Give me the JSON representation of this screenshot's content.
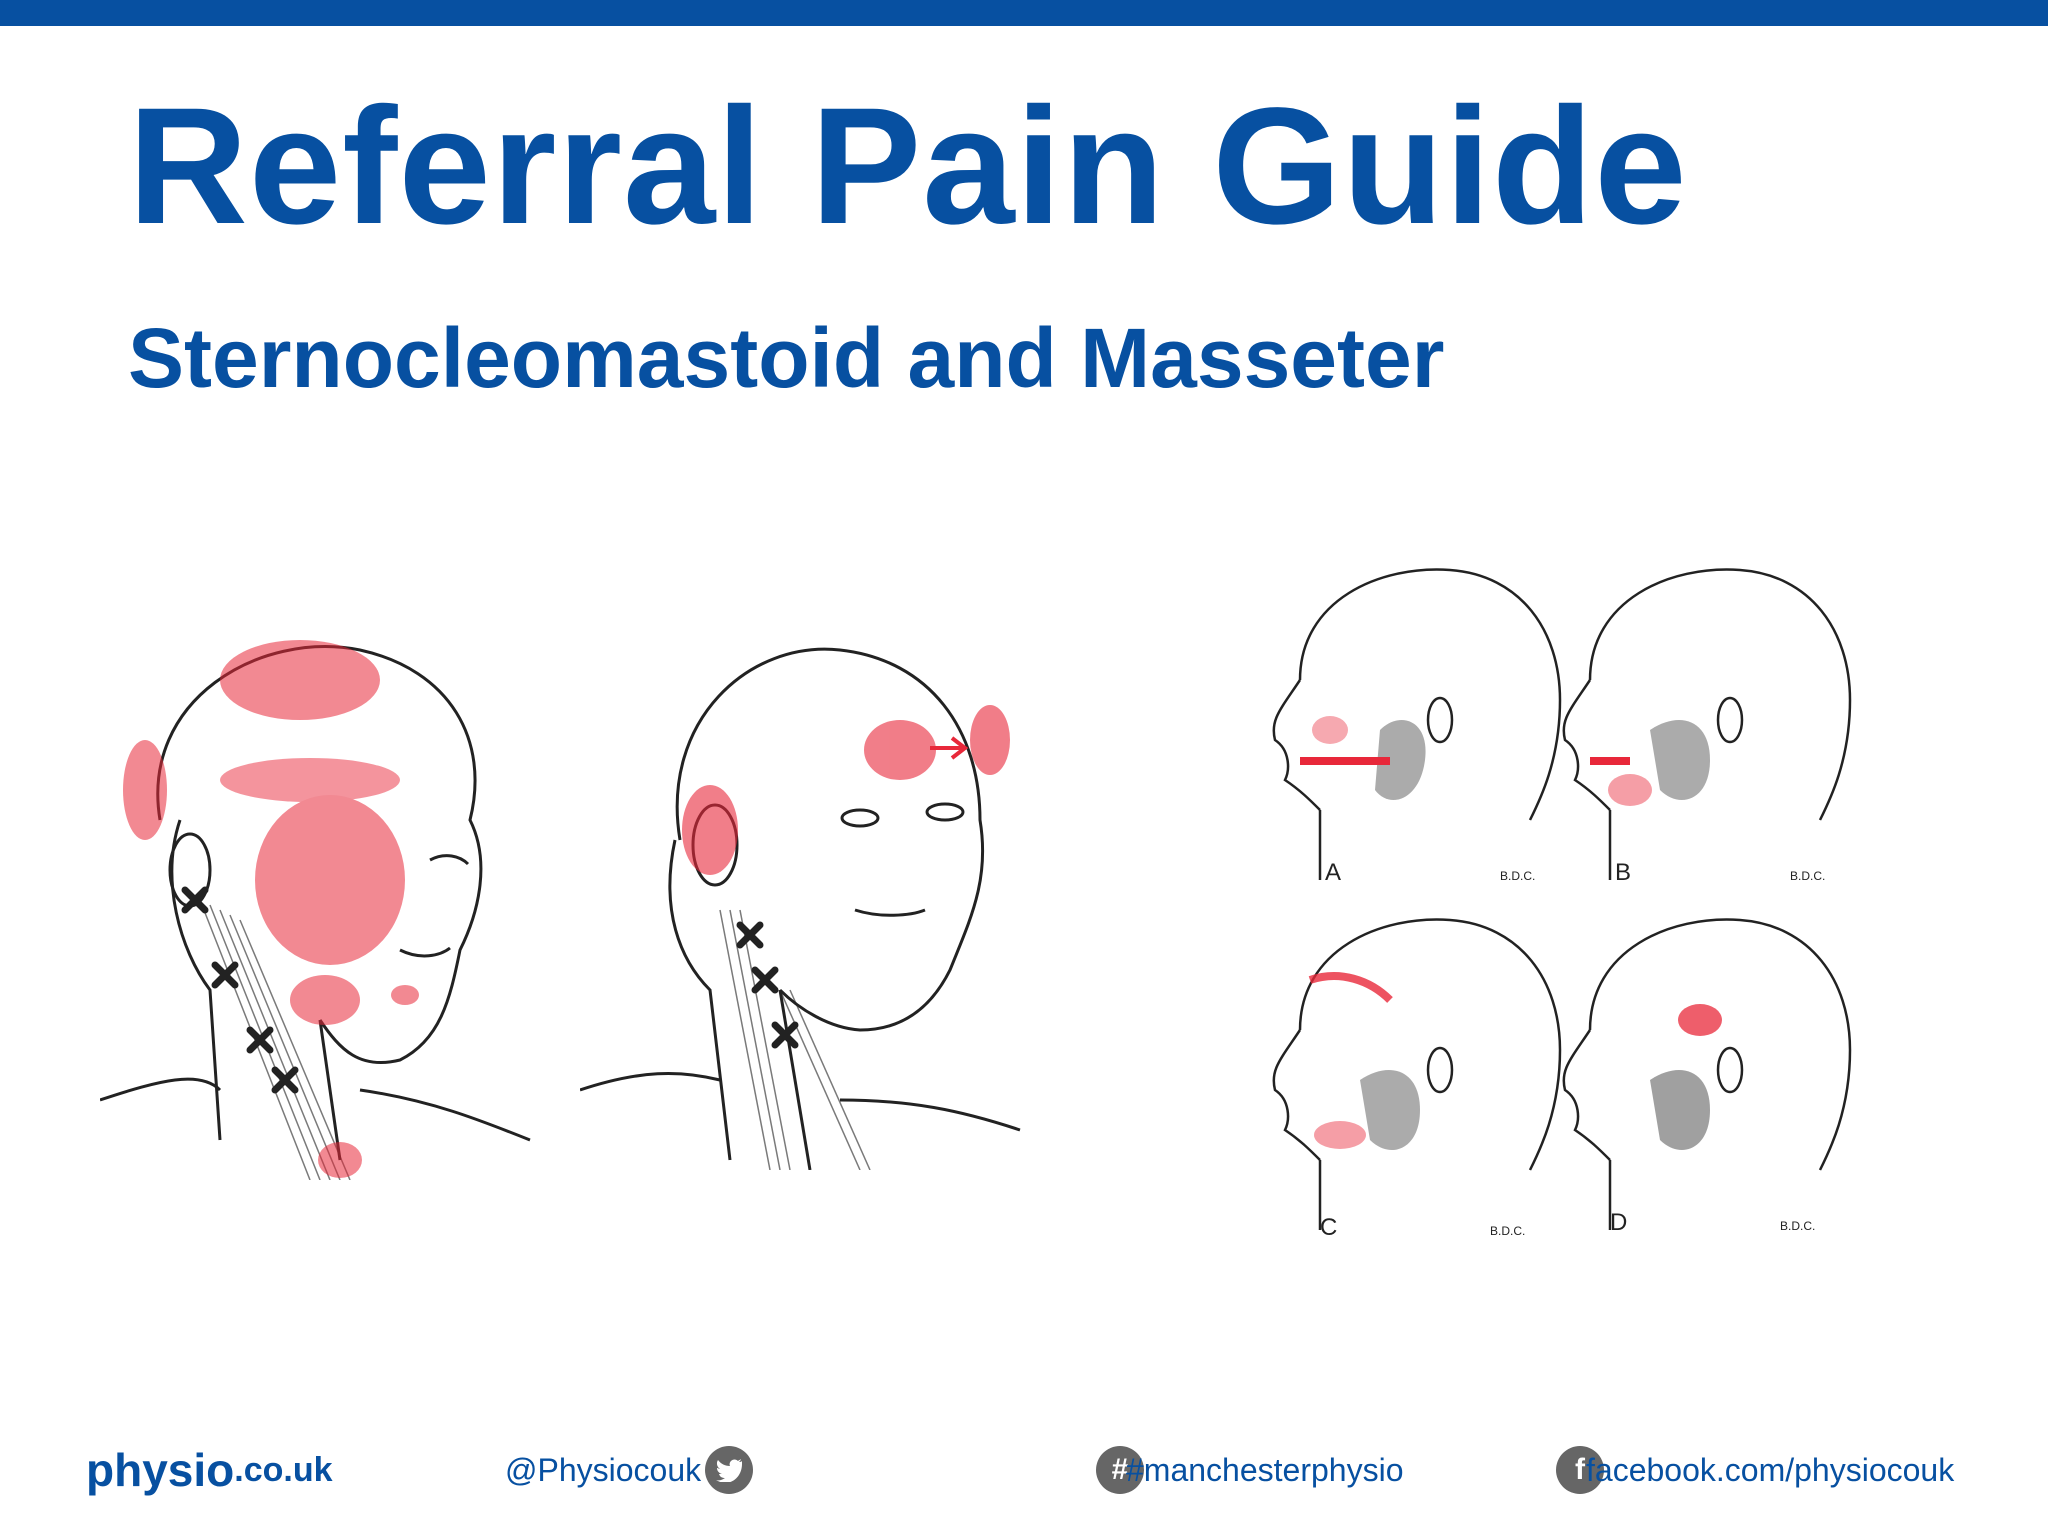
{
  "header": {
    "title": "Referral Pain Guide",
    "subtitle": "Sternocleomastoid and Masseter"
  },
  "masseter_panels": {
    "labels": [
      "A",
      "B",
      "C",
      "D"
    ],
    "initials": "B.D.C."
  },
  "footer": {
    "brand_main": "physio",
    "brand_domain": ".co.uk",
    "twitter": "@Physiocouk",
    "hashtag": "#manchesterphysio",
    "facebook": "facebook.com/physiocouk"
  },
  "colors": {
    "brand_blue": "#0750a1",
    "pain_red": "#e8283a",
    "icon_gray": "#666666"
  },
  "icons": {
    "twitter": "twitter-icon",
    "hashtag": "hashtag-icon",
    "facebook": "facebook-icon"
  }
}
